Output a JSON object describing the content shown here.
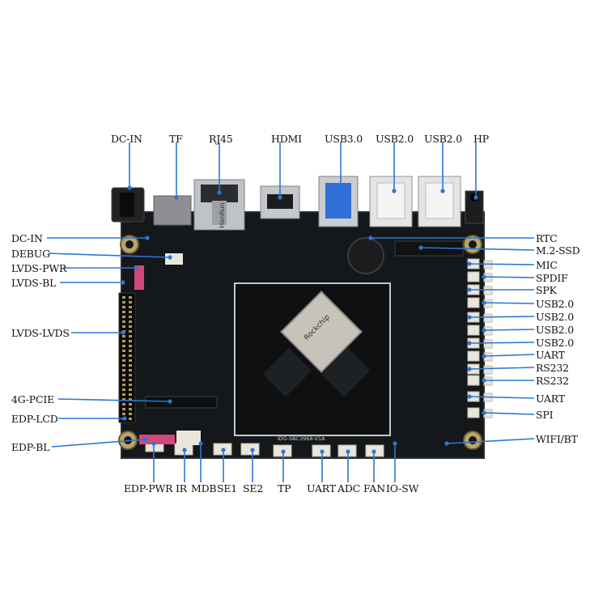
{
  "colors": {
    "pcb": "#15181b",
    "pcb_edge": "#2a2e31",
    "leader": "#2b78d0",
    "connector_white": "#eae6dc",
    "metal": "#c9ccd0",
    "usb3_blue": "#2f6fd6",
    "soc": "#c7c3bb"
  },
  "chip_marks": {
    "soc_brand": "Rockchip",
    "board_silk": "IDO-SBC3968-V1A",
    "rj45_brand": "HanRun"
  },
  "labels": {
    "top": [
      {
        "id": "dc-in-top",
        "text": "DC-IN"
      },
      {
        "id": "tf",
        "text": "TF"
      },
      {
        "id": "rj45",
        "text": "RJ45"
      },
      {
        "id": "hdmi",
        "text": "HDMI"
      },
      {
        "id": "usb30",
        "text": "USB3.0"
      },
      {
        "id": "usb20-top-a",
        "text": "USB2.0"
      },
      {
        "id": "usb20-top-b",
        "text": "USB2.0"
      },
      {
        "id": "hp",
        "text": "HP"
      }
    ],
    "left": [
      {
        "id": "dc-in-left",
        "text": "DC-IN"
      },
      {
        "id": "debug",
        "text": "DEBUG"
      },
      {
        "id": "lvds-pwr",
        "text": "LVDS-PWR"
      },
      {
        "id": "lvds-bl",
        "text": "LVDS-BL"
      },
      {
        "id": "lvds-lvds",
        "text": "LVDS-LVDS"
      },
      {
        "id": "4g-pcie",
        "text": "4G-PCIE"
      },
      {
        "id": "edp-lcd",
        "text": "EDP-LCD"
      },
      {
        "id": "edp-bl",
        "text": "EDP-BL"
      }
    ],
    "right": [
      {
        "id": "rtc",
        "text": "RTC"
      },
      {
        "id": "m2-ssd",
        "text": "M.2-SSD"
      },
      {
        "id": "mic",
        "text": "MIC"
      },
      {
        "id": "spdif",
        "text": "SPDIF"
      },
      {
        "id": "spk",
        "text": "SPK"
      },
      {
        "id": "usb20-r1",
        "text": "USB2.0"
      },
      {
        "id": "usb20-r2",
        "text": "USB2.0"
      },
      {
        "id": "usb20-r3",
        "text": "USB2.0"
      },
      {
        "id": "usb20-r4",
        "text": "USB2.0"
      },
      {
        "id": "uart-r1",
        "text": "UART"
      },
      {
        "id": "rs232-a",
        "text": "RS232"
      },
      {
        "id": "rs232-b",
        "text": "RS232"
      },
      {
        "id": "uart-r2",
        "text": "UART"
      },
      {
        "id": "spi",
        "text": "SPI"
      },
      {
        "id": "wifi-bt",
        "text": "WIFI/BT"
      }
    ],
    "bottom": [
      {
        "id": "edp-pwr",
        "text": "EDP-PWR"
      },
      {
        "id": "ir",
        "text": "IR"
      },
      {
        "id": "mdb",
        "text": "MDB"
      },
      {
        "id": "se1",
        "text": "SE1"
      },
      {
        "id": "se2",
        "text": "SE2"
      },
      {
        "id": "tp",
        "text": "TP"
      },
      {
        "id": "uart-bottom",
        "text": "UART"
      },
      {
        "id": "adc",
        "text": "ADC"
      },
      {
        "id": "fan",
        "text": "FAN"
      },
      {
        "id": "io-sw",
        "text": "IO-SW"
      }
    ]
  }
}
